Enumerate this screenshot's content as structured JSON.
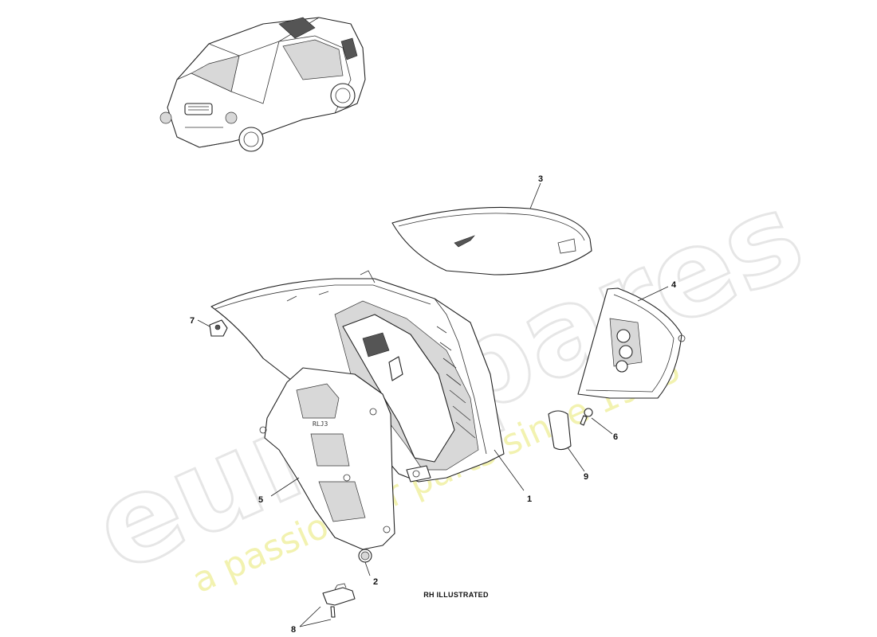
{
  "watermark": {
    "brand": "eurospares",
    "tagline": "a passion for parts since 1985"
  },
  "caption": "RH ILLUSTRATED",
  "callouts": [
    "1",
    "2",
    "3",
    "4",
    "5",
    "6",
    "7",
    "8",
    "9"
  ]
}
